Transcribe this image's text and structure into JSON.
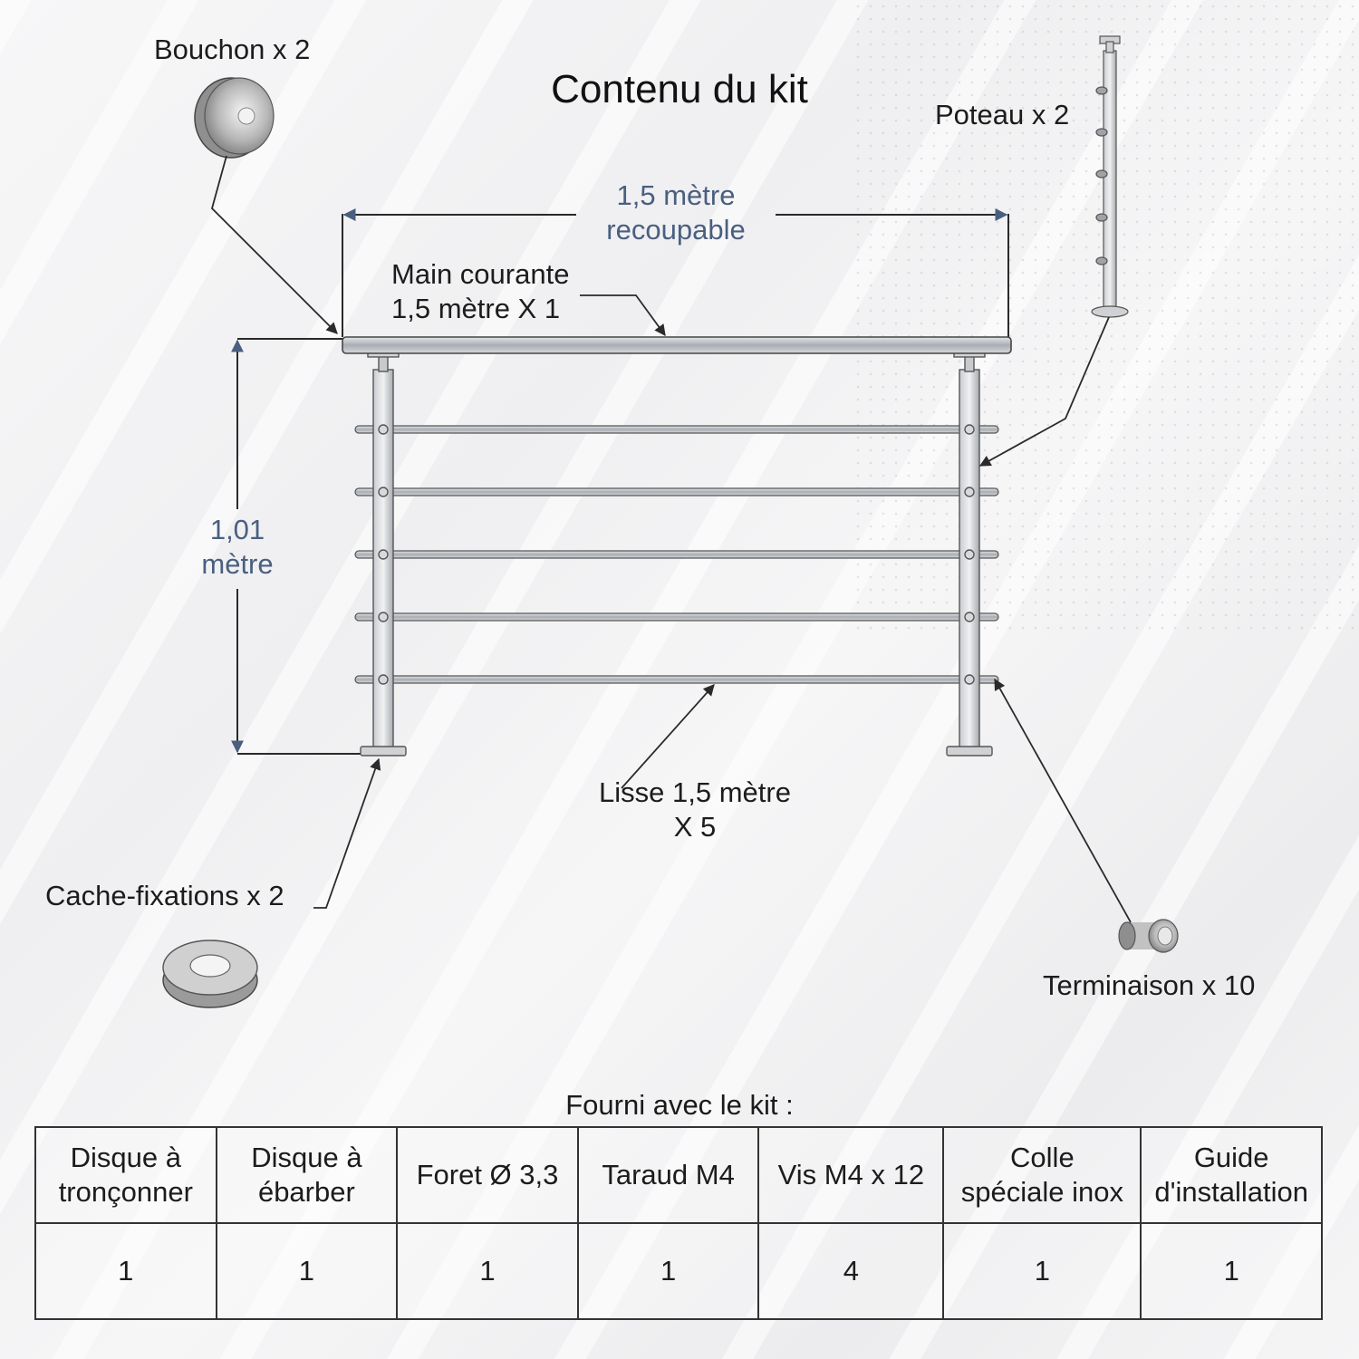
{
  "title": "Contenu du kit",
  "labels": {
    "bouchon": "Bouchon x 2",
    "poteau": "Poteau x 2",
    "dim_width": "1,5 mètre\nrecoupable",
    "main_courante": "Main courante\n1,5 mètre X 1",
    "dim_height": "1,01\nmètre",
    "lisse": "Lisse 1,5 mètre\nX 5",
    "cache_fixations": "Cache-fixations x 2",
    "terminaison": "Terminaison x 10"
  },
  "colors": {
    "dimension_text": "#4a5f80",
    "line": "#2a2a2a",
    "metal": "#b9bcc0"
  },
  "table": {
    "caption": "Fourni avec le kit :",
    "columns": [
      {
        "header": "Disque à\ntronçonner",
        "qty": "1"
      },
      {
        "header": "Disque à\nébarber",
        "qty": "1"
      },
      {
        "header": "Foret Ø 3,3",
        "qty": "1"
      },
      {
        "header": "Taraud M4",
        "qty": "1"
      },
      {
        "header": "Vis M4 x 12",
        "qty": "4"
      },
      {
        "header": "Colle\nspéciale inox",
        "qty": "1"
      },
      {
        "header": "Guide\nd'installation",
        "qty": "1"
      }
    ]
  }
}
